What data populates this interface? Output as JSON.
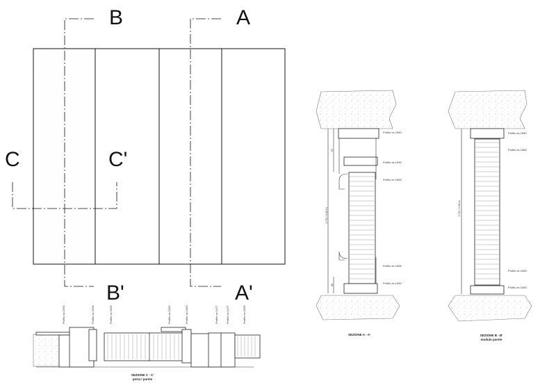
{
  "elevation": {
    "labels": {
      "b": "B",
      "b_prime": "B'",
      "a": "A",
      "a_prime": "A'",
      "c": "C",
      "c_prime": "C'"
    }
  },
  "section_a": {
    "title": "SEZIONE A - A'",
    "dimension_total": "2.70 / 3.00 m",
    "dimension_top": "57",
    "dimension_bottom": "35",
    "profiles": [
      "Profilo ez.1550",
      "Profilo ez.1530",
      "Profilo ez.1565",
      "Profilo ez.1565",
      "Profilo ez.1530"
    ]
  },
  "section_b": {
    "title": "SEZIONE B - B'",
    "subtitle": "modulo parete",
    "dimension_total": "2.70 / 3.00 m",
    "profiles": [
      "Profilo ez.1550",
      "Profilo ez.1565",
      "Profilo ez.1565",
      "Profilo ez.1550"
    ]
  },
  "section_c": {
    "title": "SEZIONE C - C'",
    "subtitle": "porta / parete",
    "profiles": [
      "Profilo ez.1550",
      "Profilo ez.1530",
      "Profilo ez.1565",
      "Profilo ez.1565",
      "Profilo ez.1550",
      "Profilo ez.1477",
      "Profilo ez.1477",
      "Profilo ez.1565"
    ]
  }
}
